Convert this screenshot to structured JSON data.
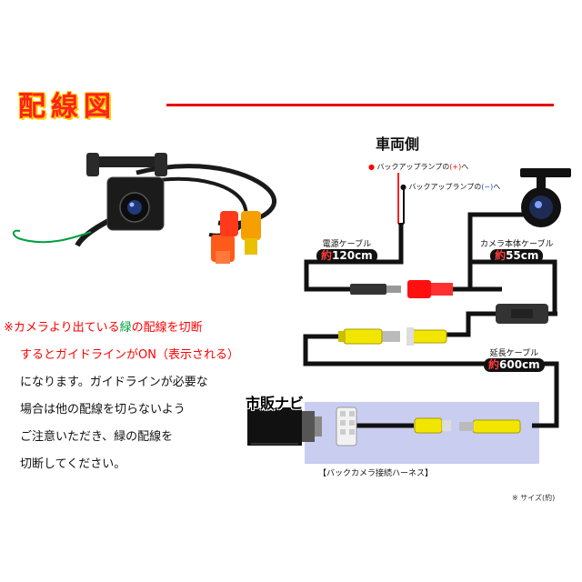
{
  "title": {
    "chars": [
      "配",
      "線",
      "図"
    ]
  },
  "vehicle_side": "車両側",
  "lamp_plus": {
    "prefix": "バックアップランプの",
    "sign": "(+)",
    "suffix": "へ"
  },
  "lamp_minus": {
    "prefix": "バックアップランプの",
    "sign": "(−)",
    "suffix": "へ"
  },
  "power_cable": {
    "label": "電源ケーブル",
    "length_prefix": "約",
    "length": "120cm"
  },
  "camera_cable": {
    "label": "カメラ本体ケーブル",
    "length_prefix": "約",
    "length": "55cm"
  },
  "extension_cable": {
    "label": "延長ケーブル",
    "length_prefix": "約",
    "length": "600cm"
  },
  "navi_label": "市販ナビ",
  "harness_label": "【バックカメラ接続ハーネス】",
  "size_note": "※ サイズ(約)",
  "note": {
    "l1_a": "※カメラより出ている",
    "l1_green": "緑",
    "l1_b": "の配線を切断",
    "l2": "するとガイドラインがON（表示される）",
    "l3": "になります。ガイドラインが必要な",
    "l4": "場合は他の配線を切らないよう",
    "l5": "ご注意いただき、緑の配線を",
    "l6": "切断してください。"
  },
  "colors": {
    "title_red": "#ff2020",
    "title_outline": "#ffcc00",
    "cable": "#111111",
    "rca_yellow": "#f2e600",
    "rca_red": "#ff1010",
    "navi_panel": "#c9cdf0",
    "note_red": "#ff0000",
    "green_wire": "#00a040"
  }
}
